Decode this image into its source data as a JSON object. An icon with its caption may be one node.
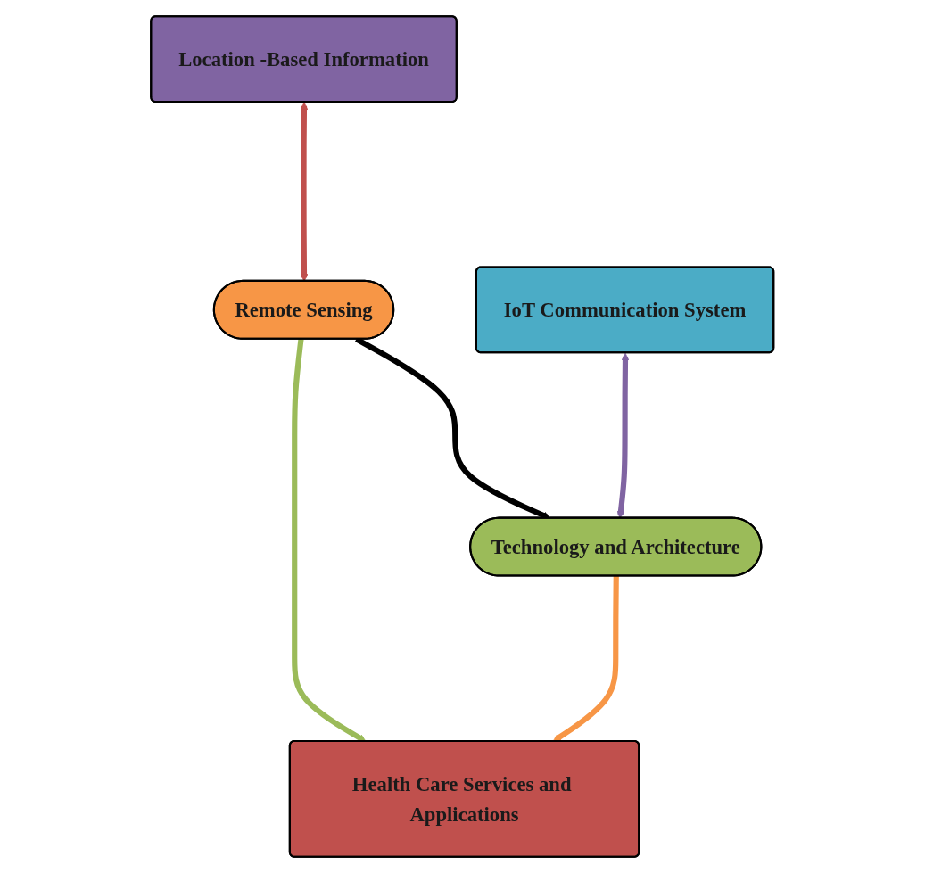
{
  "diagram": {
    "nodes": [
      {
        "text": [
          "Location -Based Information"
        ]
      },
      {
        "text": [
          "Remote Sensing"
        ]
      },
      {
        "text": [
          "Health Care Services and Applications"
        ]
      },
      {
        "text": [
          "IoT Communication System"
        ]
      },
      {
        "text": [
          "Technology and Architecture"
        ]
      }
    ],
    "edges": [
      {
        "from": 0,
        "to": 1,
        "arrow": "both",
        "color": "#c0504d"
      },
      {
        "from": 1,
        "to": 2,
        "arrow": "to",
        "color": "#9bbb59"
      },
      {
        "from": 4,
        "to": 2,
        "arrow": "to",
        "color": "#f79646"
      },
      {
        "from": 1,
        "to": 4,
        "arrow": "to",
        "color": "#000000"
      },
      {
        "from": 3,
        "to": 4,
        "arrow": "both",
        "color": "#8064a2"
      }
    ]
  }
}
